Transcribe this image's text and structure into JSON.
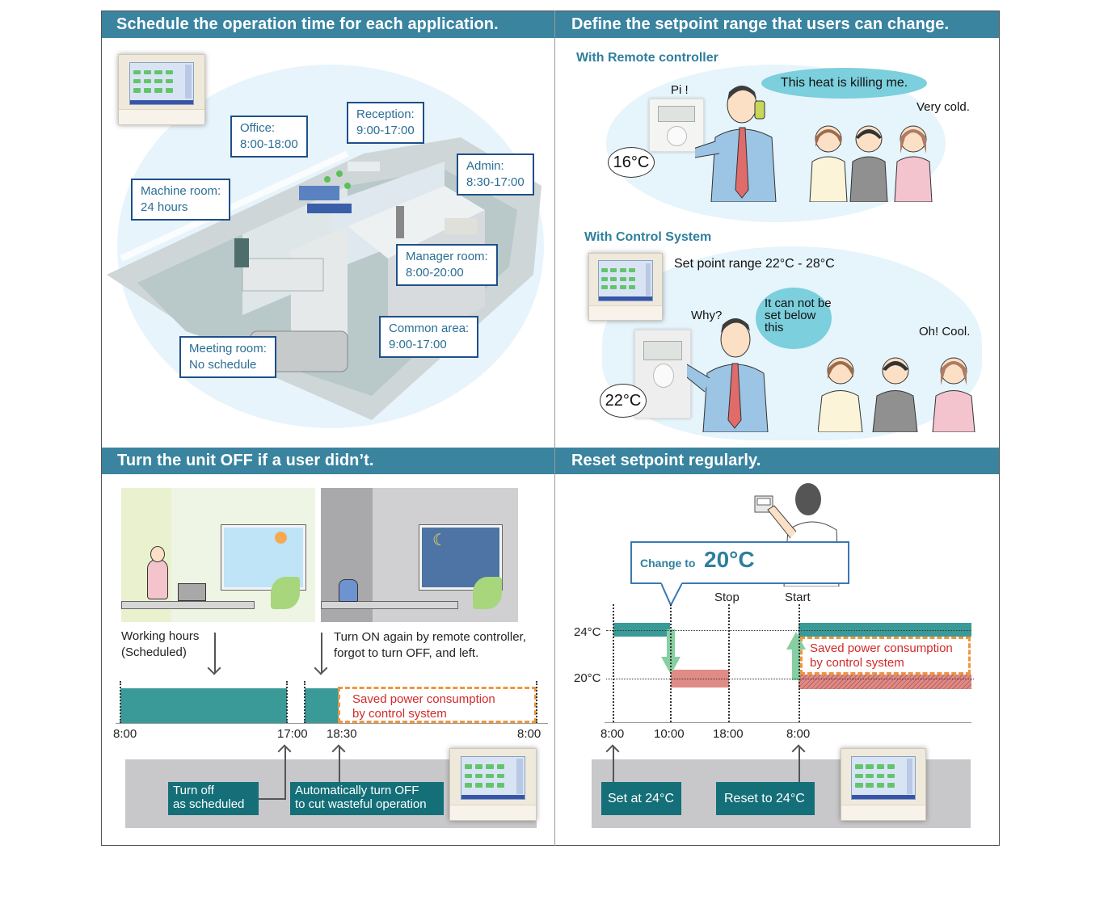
{
  "panels": {
    "schedule": {
      "title": "Schedule the operation time for each application.",
      "rooms": [
        {
          "name": "Office:",
          "time": "8:00-18:00"
        },
        {
          "name": "Reception:",
          "time": "9:00-17:00"
        },
        {
          "name": "Admin:",
          "time": "8:30-17:00"
        },
        {
          "name": "Machine room:",
          "time": "24 hours"
        },
        {
          "name": "Manager room:",
          "time": "8:00-20:00"
        },
        {
          "name": "Common area:",
          "time": "9:00-17:00"
        },
        {
          "name": "Meeting room:",
          "time": "No schedule"
        }
      ]
    },
    "setpoint_range": {
      "title": "Define the setpoint range that users can change.",
      "remote": {
        "heading": "With Remote controller",
        "beep": "Pi !",
        "temp": "16°C",
        "man_says": "This heat is killing me.",
        "women_say": "Very cold."
      },
      "control": {
        "heading": "With Control System",
        "range": "Set point range 22°C - 28°C",
        "man_says": "Why?",
        "system_says": "It can not be set below this",
        "temp": "22°C",
        "women_say": "Oh! Cool."
      }
    },
    "turn_off": {
      "title": "Turn the unit OFF if a user didn’t.",
      "caption_left": [
        "Working hours",
        "(Scheduled)"
      ],
      "caption_right": [
        "Turn ON again by remote controller,",
        "forgot to turn OFF, and left."
      ],
      "saved": [
        "Saved power consumption",
        "by control system"
      ],
      "timeline": [
        "8:00",
        "17:00",
        "18:30",
        "8:00"
      ],
      "box_scheduled": [
        "Turn off",
        "as scheduled"
      ],
      "box_auto": [
        "Automatically turn OFF",
        "to cut wasteful operation"
      ]
    },
    "reset": {
      "title": "Reset setpoint regularly.",
      "change_prefix": "Change to",
      "change_value": "20°C",
      "markers": {
        "stop": "Stop",
        "start": "Start"
      },
      "y_labels": [
        "24°C",
        "20°C"
      ],
      "timeline": [
        "8:00",
        "10:00",
        "18:00",
        "8:00"
      ],
      "saved": [
        "Saved power consumption",
        "by control system"
      ],
      "box_set": "Set at 24°C",
      "box_reset": "Reset to 24°C"
    }
  },
  "colors": {
    "header": "#3a84a0",
    "teal": "#3a9a98",
    "dark_teal": "#146f78",
    "saved_text": "#d12a2a",
    "dashed_orange": "#f0963c",
    "pink": "#e08b86",
    "arrow_green": "#86cfa0"
  }
}
